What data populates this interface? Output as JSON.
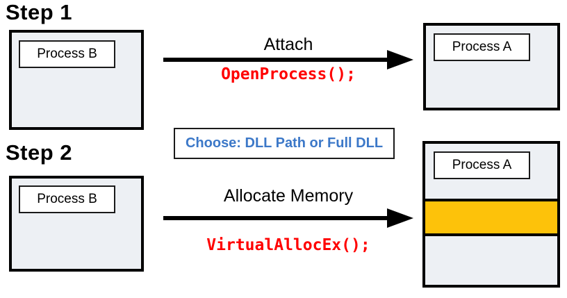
{
  "step1": {
    "title": "Step 1",
    "source_process": "Process B",
    "target_process": "Process A",
    "arrow_label": "Attach",
    "api_call": "OpenProcess();"
  },
  "step2": {
    "title": "Step 2",
    "source_process": "Process B",
    "target_process": "Process A",
    "arrow_label": "Allocate Memory",
    "api_call": "VirtualAllocEx();"
  },
  "choice_note": "Choose: DLL Path or Full DLL",
  "colors": {
    "api_call_text": "#FF0000",
    "choice_note_text": "#3C78C8",
    "allocated_memory_fill": "#FDC20A",
    "process_box_fill": "#EDF0F4",
    "border": "#000000",
    "background": "#FFFFFF"
  }
}
